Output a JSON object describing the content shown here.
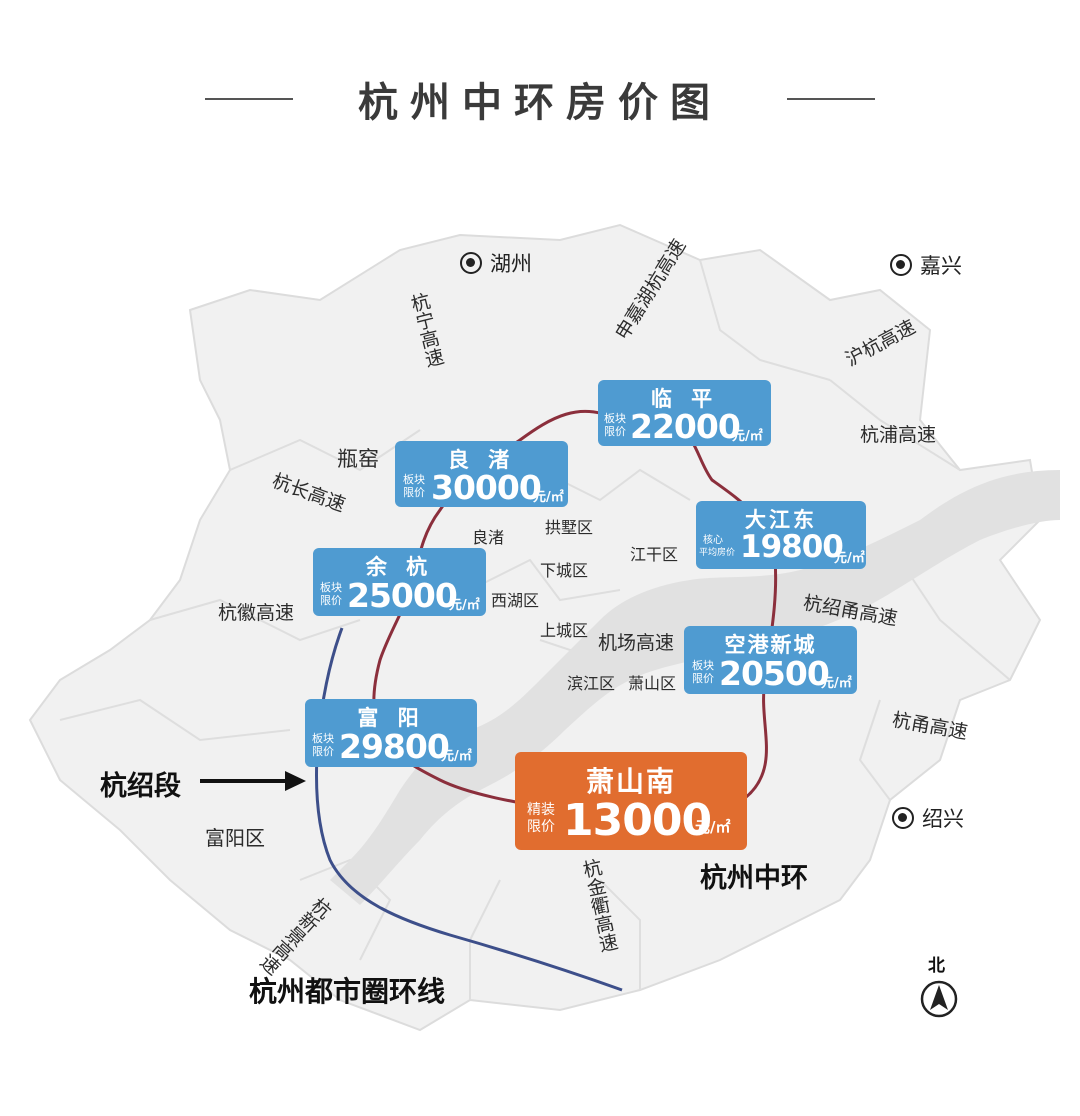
{
  "title": "杭州中环房价图",
  "cities": [
    {
      "id": "huzhou",
      "name": "湖州"
    },
    {
      "id": "jiaxing",
      "name": "嘉兴"
    },
    {
      "id": "shaoxing",
      "name": "绍兴"
    }
  ],
  "highways": {
    "hangning": "杭宁高速",
    "shenjiahuhang": "申嘉湖杭高速",
    "huhang": "沪杭高速",
    "hangpu": "杭浦高速",
    "hangchang": "杭长高速",
    "hanghui": "杭徽高速",
    "hangshaoyong": "杭绍甬高速",
    "hangyong": "杭甬高速",
    "airport": "机场高速",
    "hangjinqu": "杭金衢高速",
    "hangxinjing": "杭新景高速"
  },
  "places": {
    "pingyao": "瓶窑",
    "liangzhu_area": "良渚",
    "gongshu": "拱墅区",
    "xiacheng": "下城区",
    "xihu": "西湖区",
    "shangcheng": "上城区",
    "jianggan": "江干区",
    "binjiang": "滨江区",
    "xiaoshan": "萧山区",
    "fuyang_district": "富阳区"
  },
  "callouts": {
    "linping": {
      "name": "临 平",
      "tag1": "板块",
      "tag2": "限价",
      "price": "22000",
      "unit": "元/㎡"
    },
    "liangzhu": {
      "name": "良 渚",
      "tag1": "板块",
      "tag2": "限价",
      "price": "30000",
      "unit": "元/㎡"
    },
    "yuhang": {
      "name": "余 杭",
      "tag1": "板块",
      "tag2": "限价",
      "price": "25000",
      "unit": "元/㎡"
    },
    "dajiangdong": {
      "name": "大江东",
      "tag1": "核心",
      "tag2": "平均房价",
      "price": "19800",
      "unit": "元/㎡"
    },
    "konggang": {
      "name": "空港新城",
      "tag1": "板块",
      "tag2": "限价",
      "price": "20500",
      "unit": "元/㎡"
    },
    "fuyang": {
      "name": "富 阳",
      "tag1": "板块",
      "tag2": "限价",
      "price": "29800",
      "unit": "元/㎡"
    },
    "xiaoshannan": {
      "name": "萧山南",
      "tag1": "精装",
      "tag2": "限价",
      "price": "13000",
      "unit": "元/㎡"
    }
  },
  "legend": {
    "hangshao_segment": "杭绍段",
    "hangzhou_ring": "杭州中环",
    "metro_ring": "杭州都市圈环线",
    "north": "北"
  },
  "colors": {
    "callout_blue": "#4f9bd1",
    "callout_orange": "#e16d2f",
    "middle_ring": "#8b2f3c",
    "metro_ring": "#3d4f8a"
  }
}
